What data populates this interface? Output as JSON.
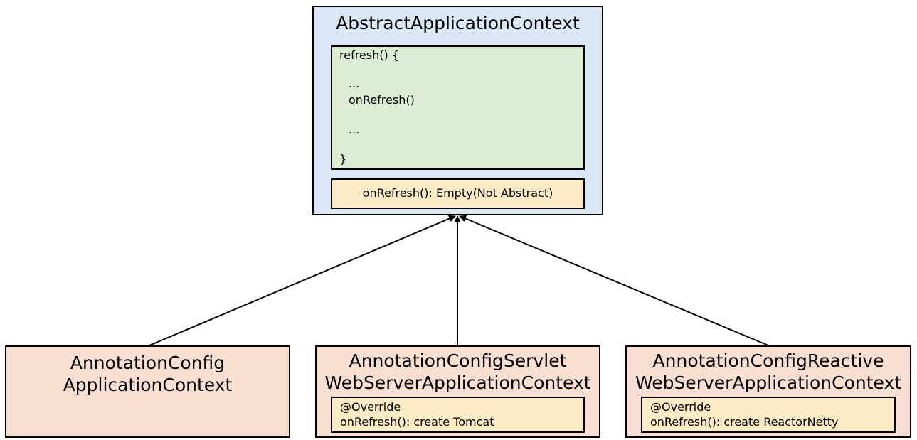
{
  "parent": {
    "title": "AbstractApplicationContext",
    "refresh_lines": [
      "refresh() {",
      "...",
      "onRefresh()",
      "...",
      "}"
    ],
    "onrefresh_note": "onRefresh(): Empty(Not Abstract)"
  },
  "children": [
    {
      "title_lines": [
        "AnnotationConfig",
        "ApplicationContext"
      ]
    },
    {
      "title_lines": [
        "AnnotationConfigServlet",
        "WebServerApplicationContext"
      ],
      "note_lines": [
        "@Override",
        "onRefresh(): create Tomcat"
      ]
    },
    {
      "title_lines": [
        "AnnotationConfigReactive",
        "WebServerApplicationContext"
      ],
      "note_lines": [
        "@Override",
        "onRefresh(): create ReactorNetty"
      ]
    }
  ],
  "colors": {
    "parent_fill": "#dae8f5",
    "code_fill": "#dcecd5",
    "note_fill": "#fdebc6",
    "child_fill": "#f9dfd1",
    "border": "#000000"
  }
}
